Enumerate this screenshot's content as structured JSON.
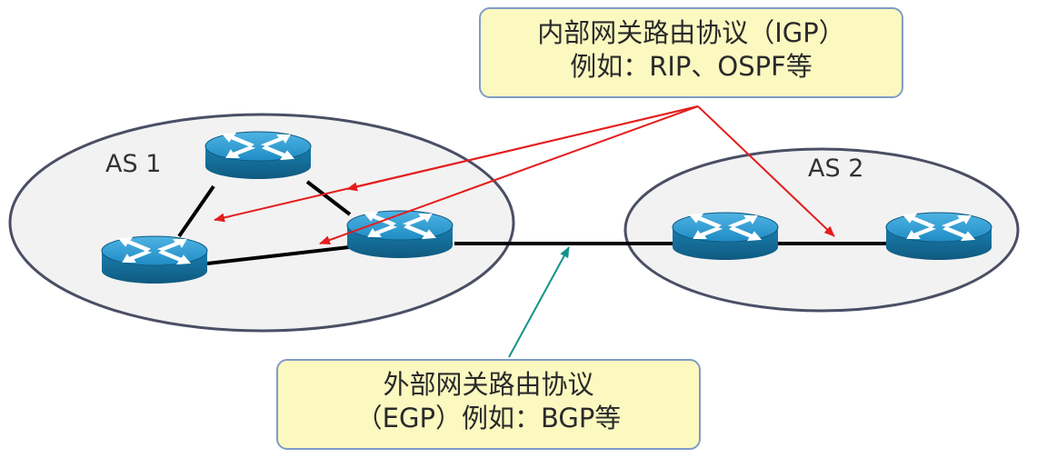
{
  "autonomous_systems": [
    {
      "id": "as1",
      "label": "AS 1"
    },
    {
      "id": "as2",
      "label": "AS 2"
    }
  ],
  "callouts": {
    "igp": {
      "line1": "内部网关路由协议（IGP）",
      "line2": "例如：RIP、OSPF等"
    },
    "egp": {
      "line1": "外部网关路由协议",
      "line2": "（EGP）例如：BGP等"
    }
  },
  "colors": {
    "as_fill": "#f2f2f2",
    "as_border": "#4b4f65",
    "callout_fill": "#fbf8c0",
    "callout_border": "#7f9cc6",
    "router_blue": "#1a7fb0",
    "igp_arrow": "#e41e1e",
    "egp_arrow": "#13948a",
    "link": "#000000"
  },
  "icons": {
    "router": "router-icon",
    "igp_pointer": "red-arrow",
    "egp_pointer": "teal-arrow"
  }
}
